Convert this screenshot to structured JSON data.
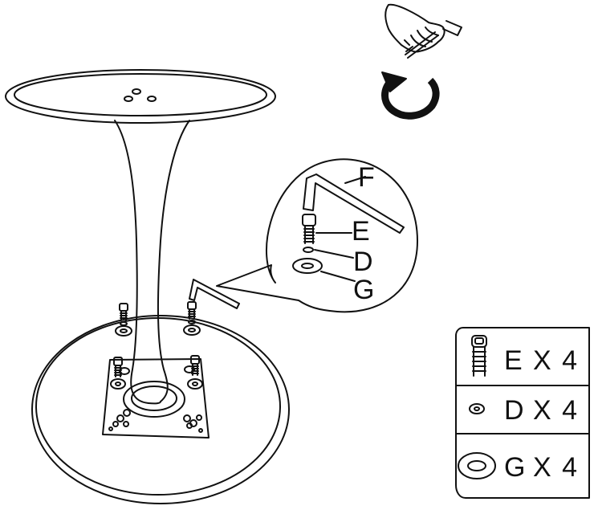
{
  "callout_labels": {
    "allen_key": "F",
    "bolt": "E",
    "spring_washer": "D",
    "flat_washer": "G"
  },
  "parts_list": [
    {
      "letter": "E",
      "qty": "X 4",
      "icon": "bolt-icon"
    },
    {
      "letter": "D",
      "qty": "X 4",
      "icon": "spring-washer-icon"
    },
    {
      "letter": "G",
      "qty": "X 4",
      "icon": "flat-washer-icon"
    }
  ],
  "instruction_icons": {
    "hand": "hand-with-allen-key-icon",
    "rotation": "clockwise-rotation-arrow-icon"
  },
  "colors": {
    "line": "#111111",
    "paper": "#ffffff"
  }
}
